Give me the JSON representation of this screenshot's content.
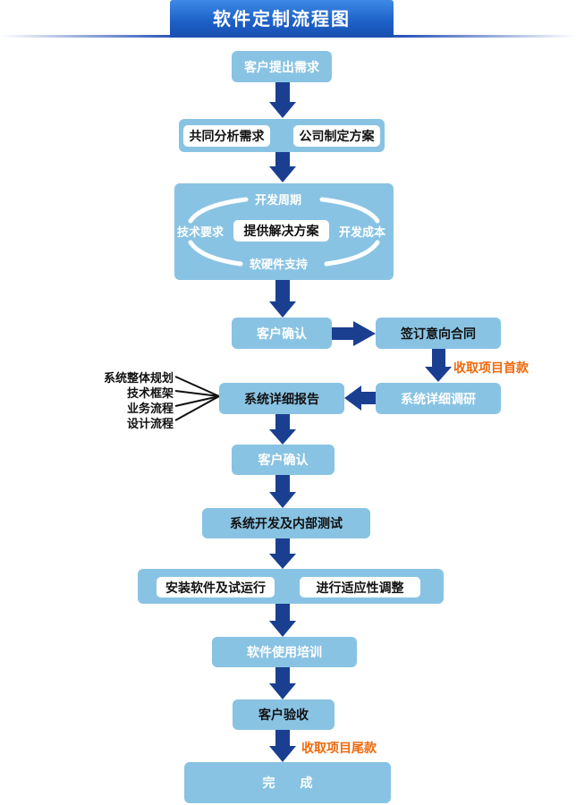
{
  "header": {
    "title": "软件定制流程图"
  },
  "colors": {
    "arrow": "#1a3f91",
    "box": "#89c3e3",
    "header": "#1c5fc6",
    "payment": "#ee6a0c"
  },
  "steps": {
    "s1": "客户提出需求",
    "s2a": "共同分析需求",
    "s2b": "公司制定方案",
    "s3": {
      "center": "提供解决方案",
      "top": "开发周期",
      "left": "技术要求",
      "right": "开发成本",
      "bottom": "软硬件支持"
    },
    "s4": "客户确认",
    "s5": "签订意向合同",
    "s6": "系统详细调研",
    "s7": "系统详细报告",
    "s7_items": [
      "系统整体规划",
      "技术框架",
      "业务流程",
      "设计流程"
    ],
    "s8": "客户确认",
    "s9": "系统开发及内部测试",
    "s10a": "安装软件及试运行",
    "s10b": "进行适应性调整",
    "s11": "软件使用培训",
    "s12": "客户验收",
    "s13": "完　　成"
  },
  "payments": {
    "first": "收取项目首款",
    "final": "收取项目尾款"
  }
}
